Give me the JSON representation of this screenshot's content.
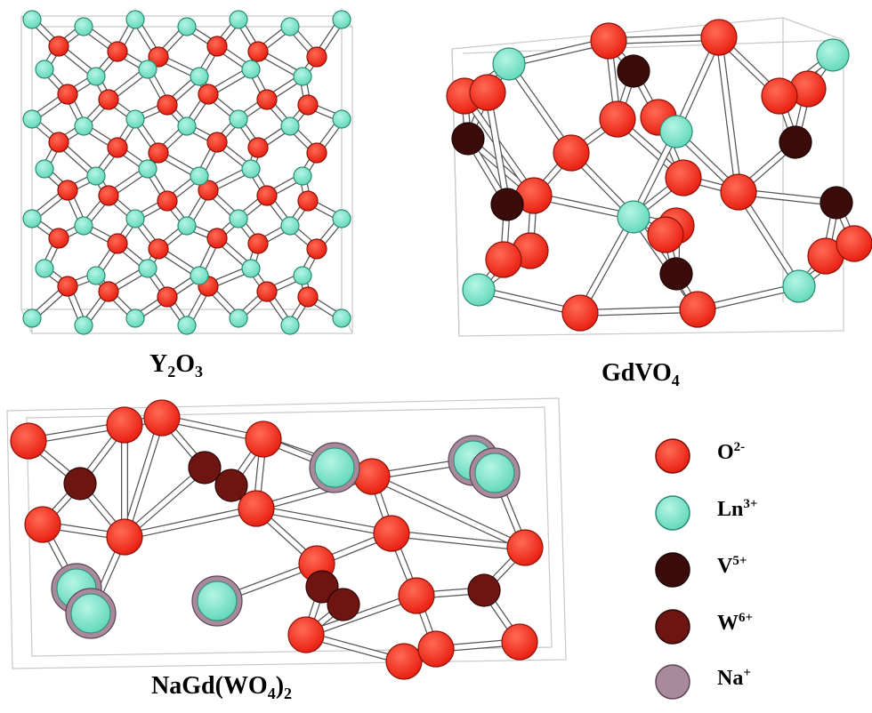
{
  "structures": {
    "y2o3": {
      "base1": "Y",
      "sub1": "2",
      "base2": "O",
      "sub2": "3"
    },
    "gdvo4": {
      "base": "GdVO",
      "sub": "4"
    },
    "nagdwo4": {
      "base": "NaGd(WO",
      "close": ")",
      "sub1": "4",
      "sub2": "2"
    }
  },
  "legend": [
    {
      "symbol": "O",
      "charge": "2-",
      "fill": "#fb2a1a",
      "ring": null
    },
    {
      "symbol": "Ln",
      "charge": "3+",
      "fill": "#7fe8cc",
      "ring": null
    },
    {
      "symbol": "V",
      "charge": "5+",
      "fill": "#3b0b09",
      "ring": null
    },
    {
      "symbol": "W",
      "charge": "6+",
      "fill": "#6e1512",
      "ring": null
    },
    {
      "symbol": "Na",
      "charge": "+",
      "fill": "#a88a9c",
      "ring": null
    }
  ],
  "colors": {
    "oxygen": "#fb2a1a",
    "lanthanide": "#7fe8cc",
    "vanadium": "#3b0b09",
    "tungsten": "#6e1512",
    "sodium_ring": "#a88a9c",
    "bond": "#ffffff",
    "bond_outline": "#555555",
    "cell_edge": "#c8c8c8"
  }
}
